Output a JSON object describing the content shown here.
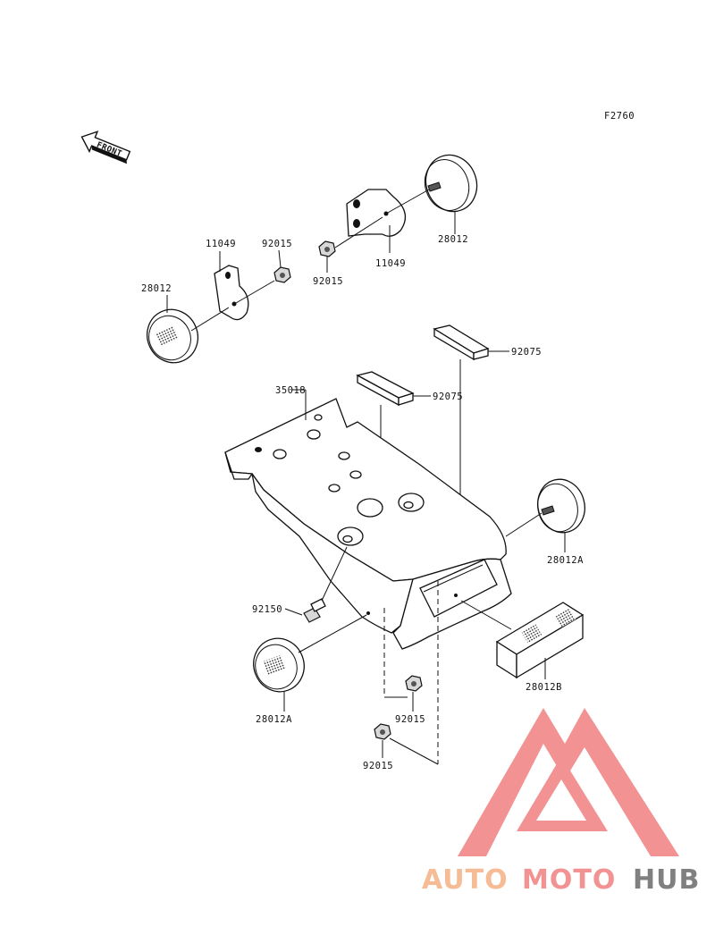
{
  "figure_code": "F2760",
  "front_arrow_label": "FRONT",
  "callouts": {
    "bracket_right": "11049",
    "bracket_left": "11049",
    "nut_top_right": "92015",
    "nut_top_left": "92015",
    "nut_lower_mid": "92015",
    "nut_lower_bottom": "92015",
    "reflector_top_right": "28012",
    "reflector_top_left": "28012",
    "reflector_side_right": "28012A",
    "reflector_side_left": "28012A",
    "reflector_rear": "28012B",
    "pad_upper": "92075",
    "pad_lower": "92075",
    "fender_flap": "35018",
    "bolt": "92150"
  },
  "watermark": {
    "text_orange": "AUTO",
    "text_red": "MOTO",
    "text_gray": "HUB",
    "color_orange": "#f4b183",
    "color_red": "#f08080",
    "color_gray": "#6b6b6b"
  }
}
